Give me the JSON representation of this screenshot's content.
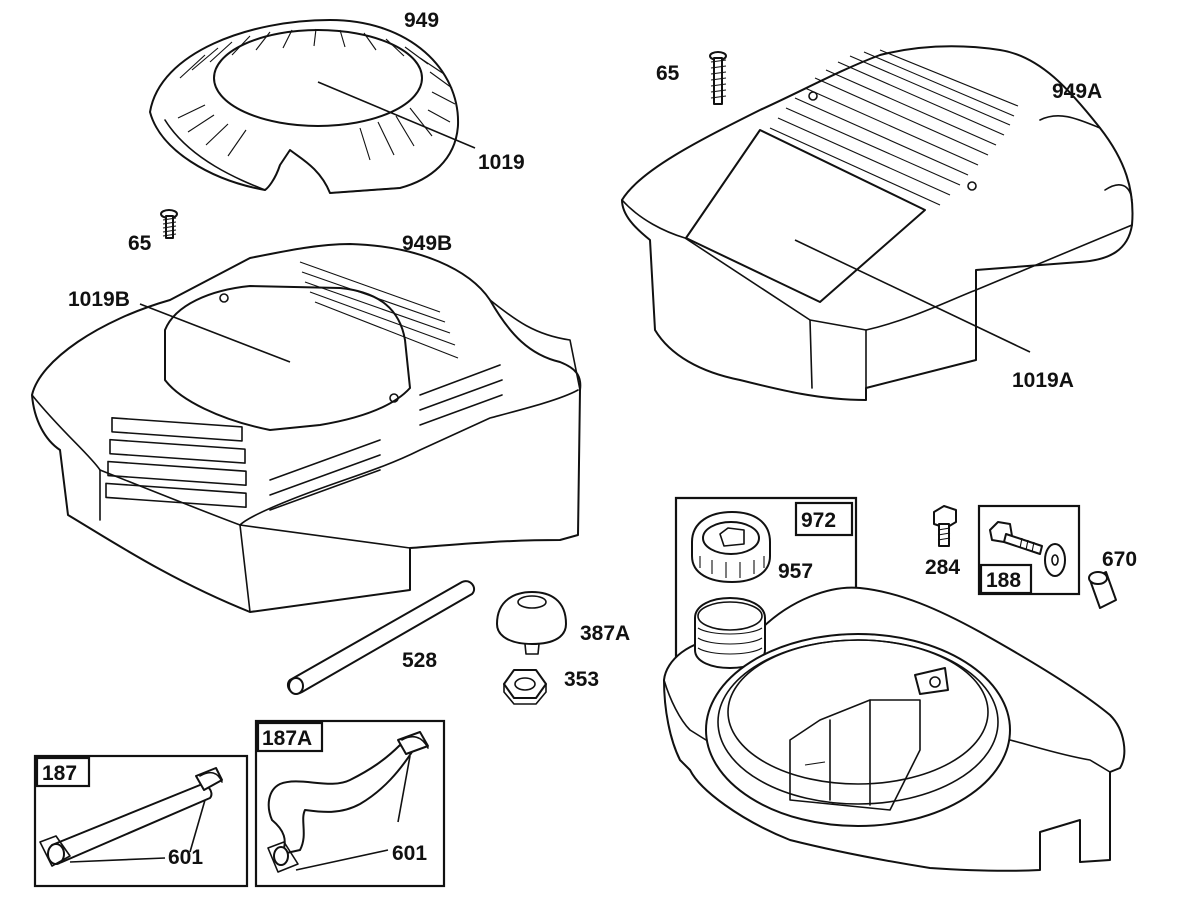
{
  "labels": {
    "p949": "949",
    "p1019": "1019",
    "p65_left": "65",
    "p949B": "949B",
    "p1019B": "1019B",
    "p65_right": "65",
    "p949A": "949A",
    "p1019A": "1019A",
    "p528": "528",
    "p387A": "387A",
    "p353": "353",
    "p972": "972",
    "p957": "957",
    "p284": "284",
    "p188": "188",
    "p670": "670",
    "p187": "187",
    "p601_left": "601",
    "p187A": "187A",
    "p601_right": "601"
  },
  "colors": {
    "line": "#111111",
    "background": "#ffffff"
  }
}
